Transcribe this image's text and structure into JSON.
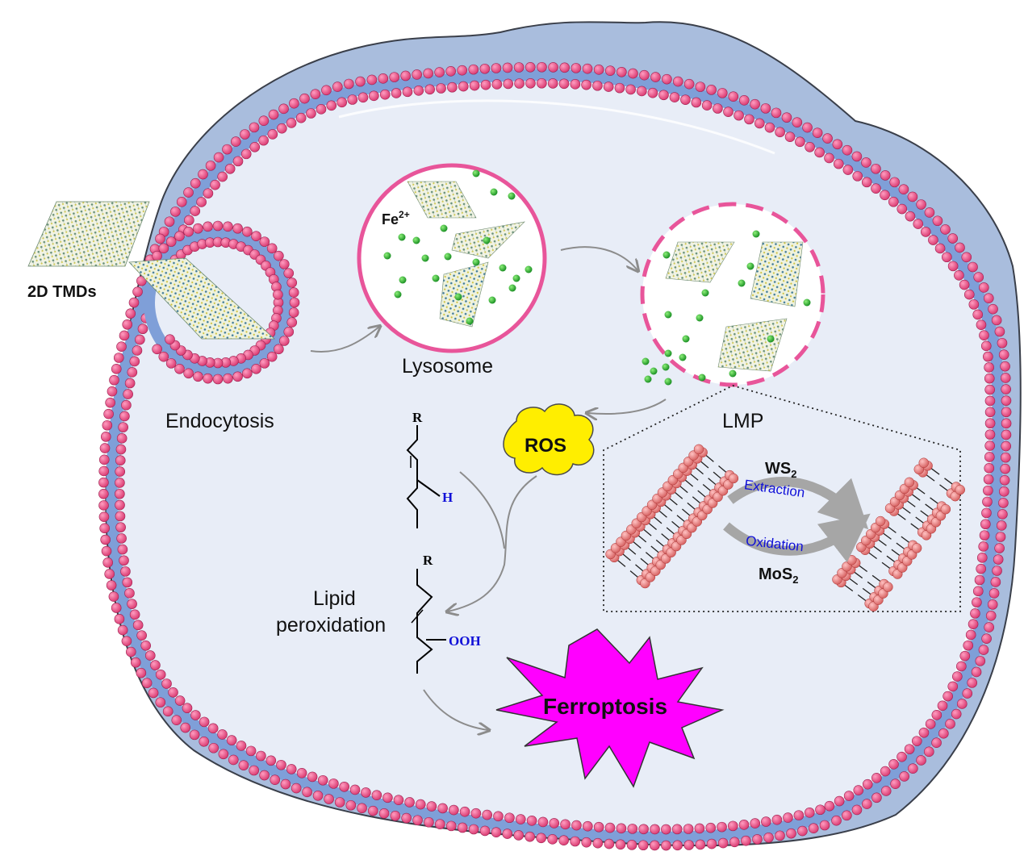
{
  "labels": {
    "tmds": "2D TMDs",
    "endocytosis": "Endocytosis",
    "lysosome": "Lysosome",
    "fe_base": "Fe",
    "fe_sup": "2+",
    "lmp": "LMP",
    "ros": "ROS",
    "lipid_line1": "Lipid",
    "lipid_line2": "peroxidation",
    "ferroptosis": "Ferroptosis",
    "ws_base": "WS",
    "ws_sub": "2",
    "mos_base": "MoS",
    "mos_sub": "2",
    "extraction": "Extraction",
    "oxidation": "Oxidation",
    "chem_r1": "R",
    "chem_h": "H",
    "chem_r2": "R",
    "chem_ooh": "OOH"
  },
  "colors": {
    "cell_fill": "#a9bddd",
    "cytoplasm": "#e8edf7",
    "membrane_bead": "#e8558a",
    "membrane_band": "#7f9fd8",
    "lysosome_ring": "#e8559a",
    "iron": "#22a52a",
    "ros": "#ffee00",
    "ferroptosis": "#ff00ff",
    "arrow": "#8c8c8c",
    "annotation_blue": "#1010d8"
  }
}
